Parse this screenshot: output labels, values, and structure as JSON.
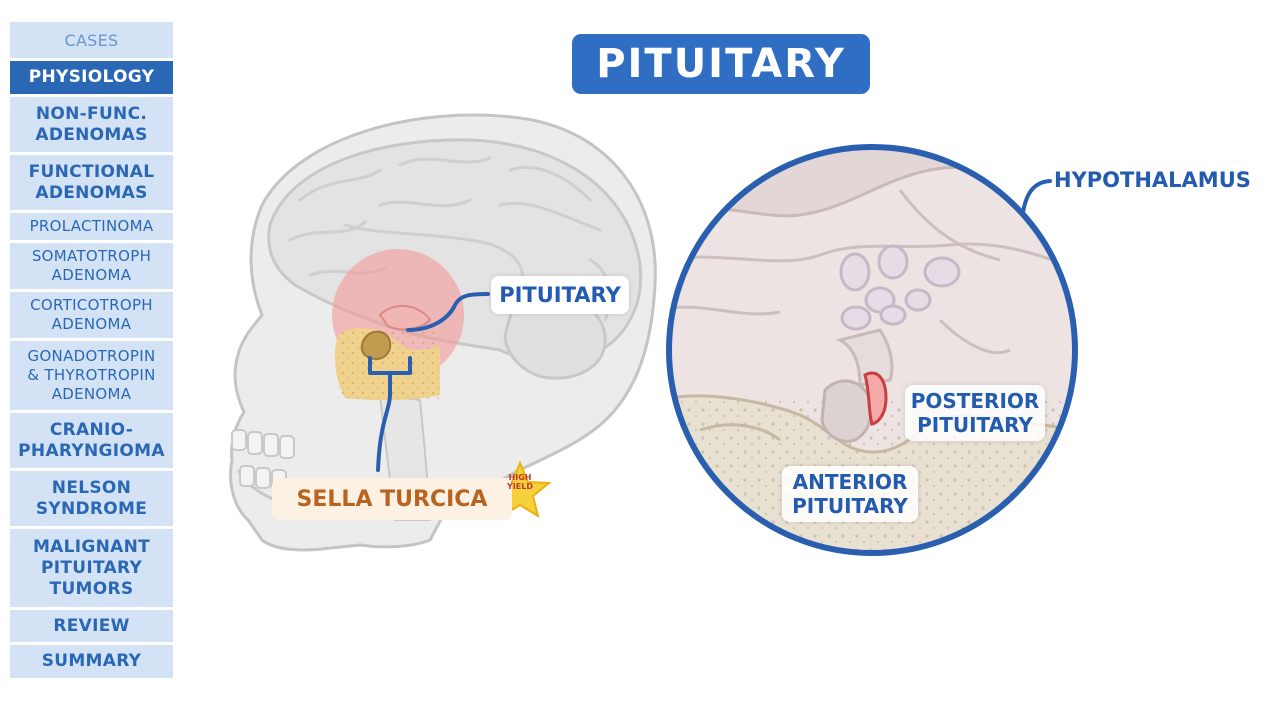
{
  "title": "PITUITARY",
  "sidebar": {
    "items": [
      {
        "label": "CASES"
      },
      {
        "label": "PHYSIOLOGY"
      },
      {
        "label": "NON-FUNC.\nADENOMAS"
      },
      {
        "label": "FUNCTIONAL\nADENOMAS"
      },
      {
        "label": "PROLACTINOMA"
      },
      {
        "label": "SOMATOTROPH\nADENOMA"
      },
      {
        "label": "CORTICOTROPH\nADENOMA"
      },
      {
        "label": "GONADOTROPIN\n& THYROTROPIN\nADENOMA"
      },
      {
        "label": "CRANIO-\nPHARYNGIOMA"
      },
      {
        "label": "NELSON\nSYNDROME"
      },
      {
        "label": "MALIGNANT\nPITUITARY\nTUMORS"
      },
      {
        "label": "REVIEW"
      },
      {
        "label": "SUMMARY"
      }
    ]
  },
  "labels": {
    "pituitary": "PITUITARY",
    "sella_turcica": "SELLA TURCICA",
    "high_yield": "HIGH\nYIELD",
    "hypothalamus": "HYPOTHALAMUS",
    "posterior_pituitary": "POSTERIOR\nPITUITARY",
    "anterior_pituitary": "ANTERIOR\nPITUITARY"
  },
  "colors": {
    "brand_blue": "#2a68b6",
    "nav_bg": "#d3e3f5",
    "highlight_red": "#f39a99",
    "sella_bone": "#e8c27a",
    "star_yellow": "#f6d13c"
  }
}
